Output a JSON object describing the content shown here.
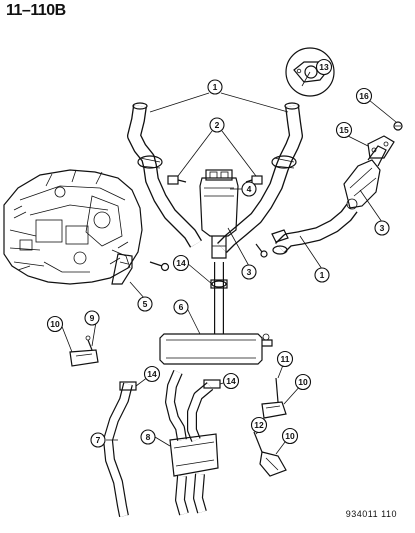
{
  "page_number": "11–110B",
  "figure_id": "934011 110",
  "callouts": {
    "c1": "1",
    "c2": "2",
    "c3a": "3",
    "c3b": "3",
    "c4": "4",
    "c5": "5",
    "c6": "6",
    "c7": "7",
    "c8": "8",
    "c9": "9",
    "c10a": "10",
    "c10b": "10",
    "c10c": "10",
    "c11": "11",
    "c12": "12",
    "c13": "13",
    "c14a": "14",
    "c14b": "14",
    "c14c": "14",
    "c15": "15",
    "c16": "16",
    "c1b": "1"
  }
}
